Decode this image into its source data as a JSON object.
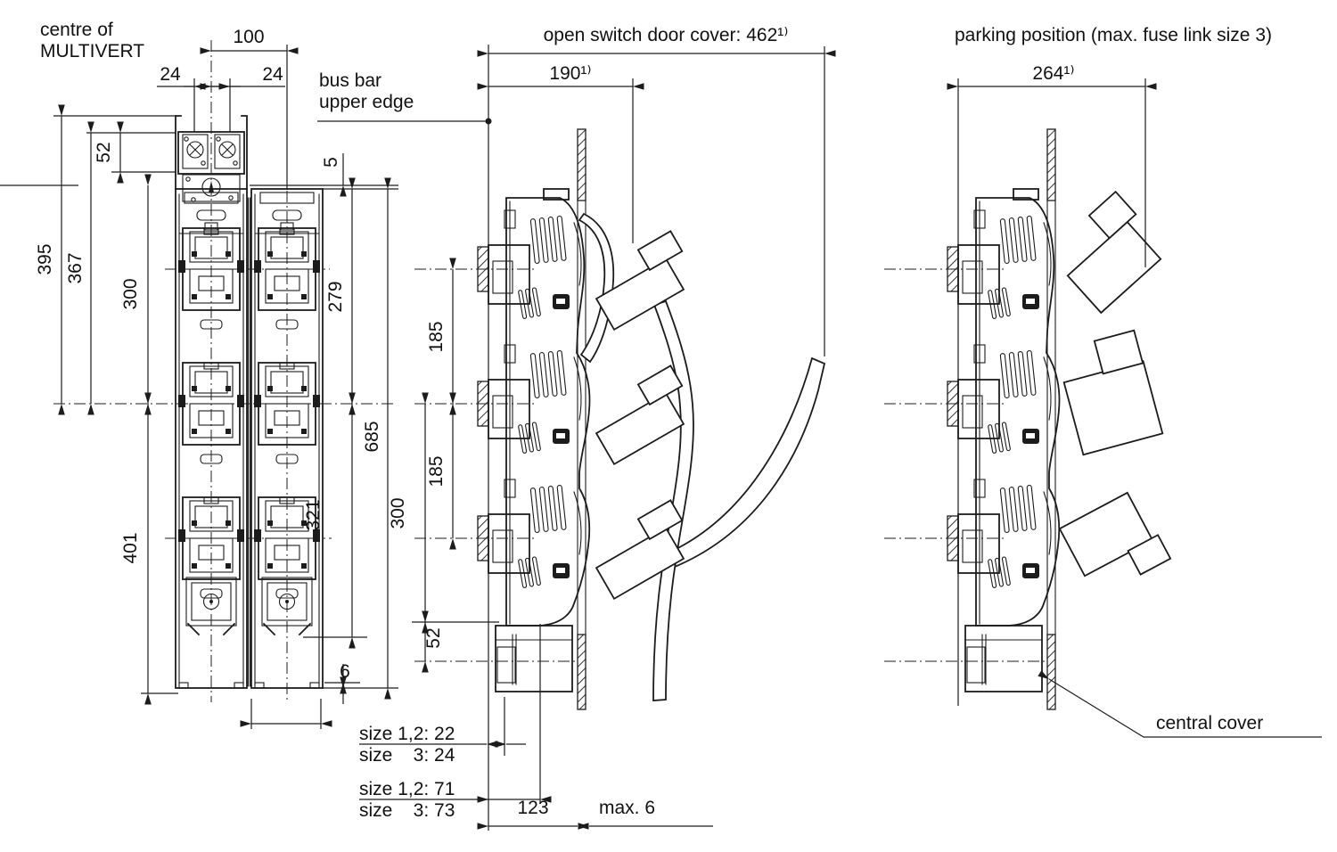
{
  "colors": {
    "line": "#1c1c1c",
    "background": "#ffffff"
  },
  "front_view": {
    "title_line1": "centre of",
    "title_line2": "MULTIVERT",
    "dim_pitch": "100",
    "dim_offset_left": "24",
    "dim_offset_right": "24",
    "dim_52": "52",
    "dim_395": "395",
    "dim_367": "367",
    "dim_300": "300",
    "dim_401": "401",
    "dim_5": "5",
    "dim_279": "279",
    "dim_685": "685",
    "dim_321": "321",
    "dim_6": "6"
  },
  "side_view": {
    "title": "open switch door cover: 462¹⁾",
    "note_busbar_line1": "bus bar",
    "note_busbar_line2": "upper edge",
    "dim_190": "190¹⁾",
    "dim_185_top": "185",
    "dim_185_bottom": "185",
    "dim_300": "300",
    "dim_52": "52",
    "dim_size_22": "size 1,2: 22",
    "dim_size_24": "size    3: 24",
    "dim_size_71": "size 1,2: 71",
    "dim_size_73": "size    3: 73",
    "dim_123": "123",
    "dim_max6": "max. 6"
  },
  "parking_view": {
    "title": "parking position (max. fuse link size 3)",
    "dim_264": "264¹⁾",
    "note_central_cover": "central cover"
  }
}
